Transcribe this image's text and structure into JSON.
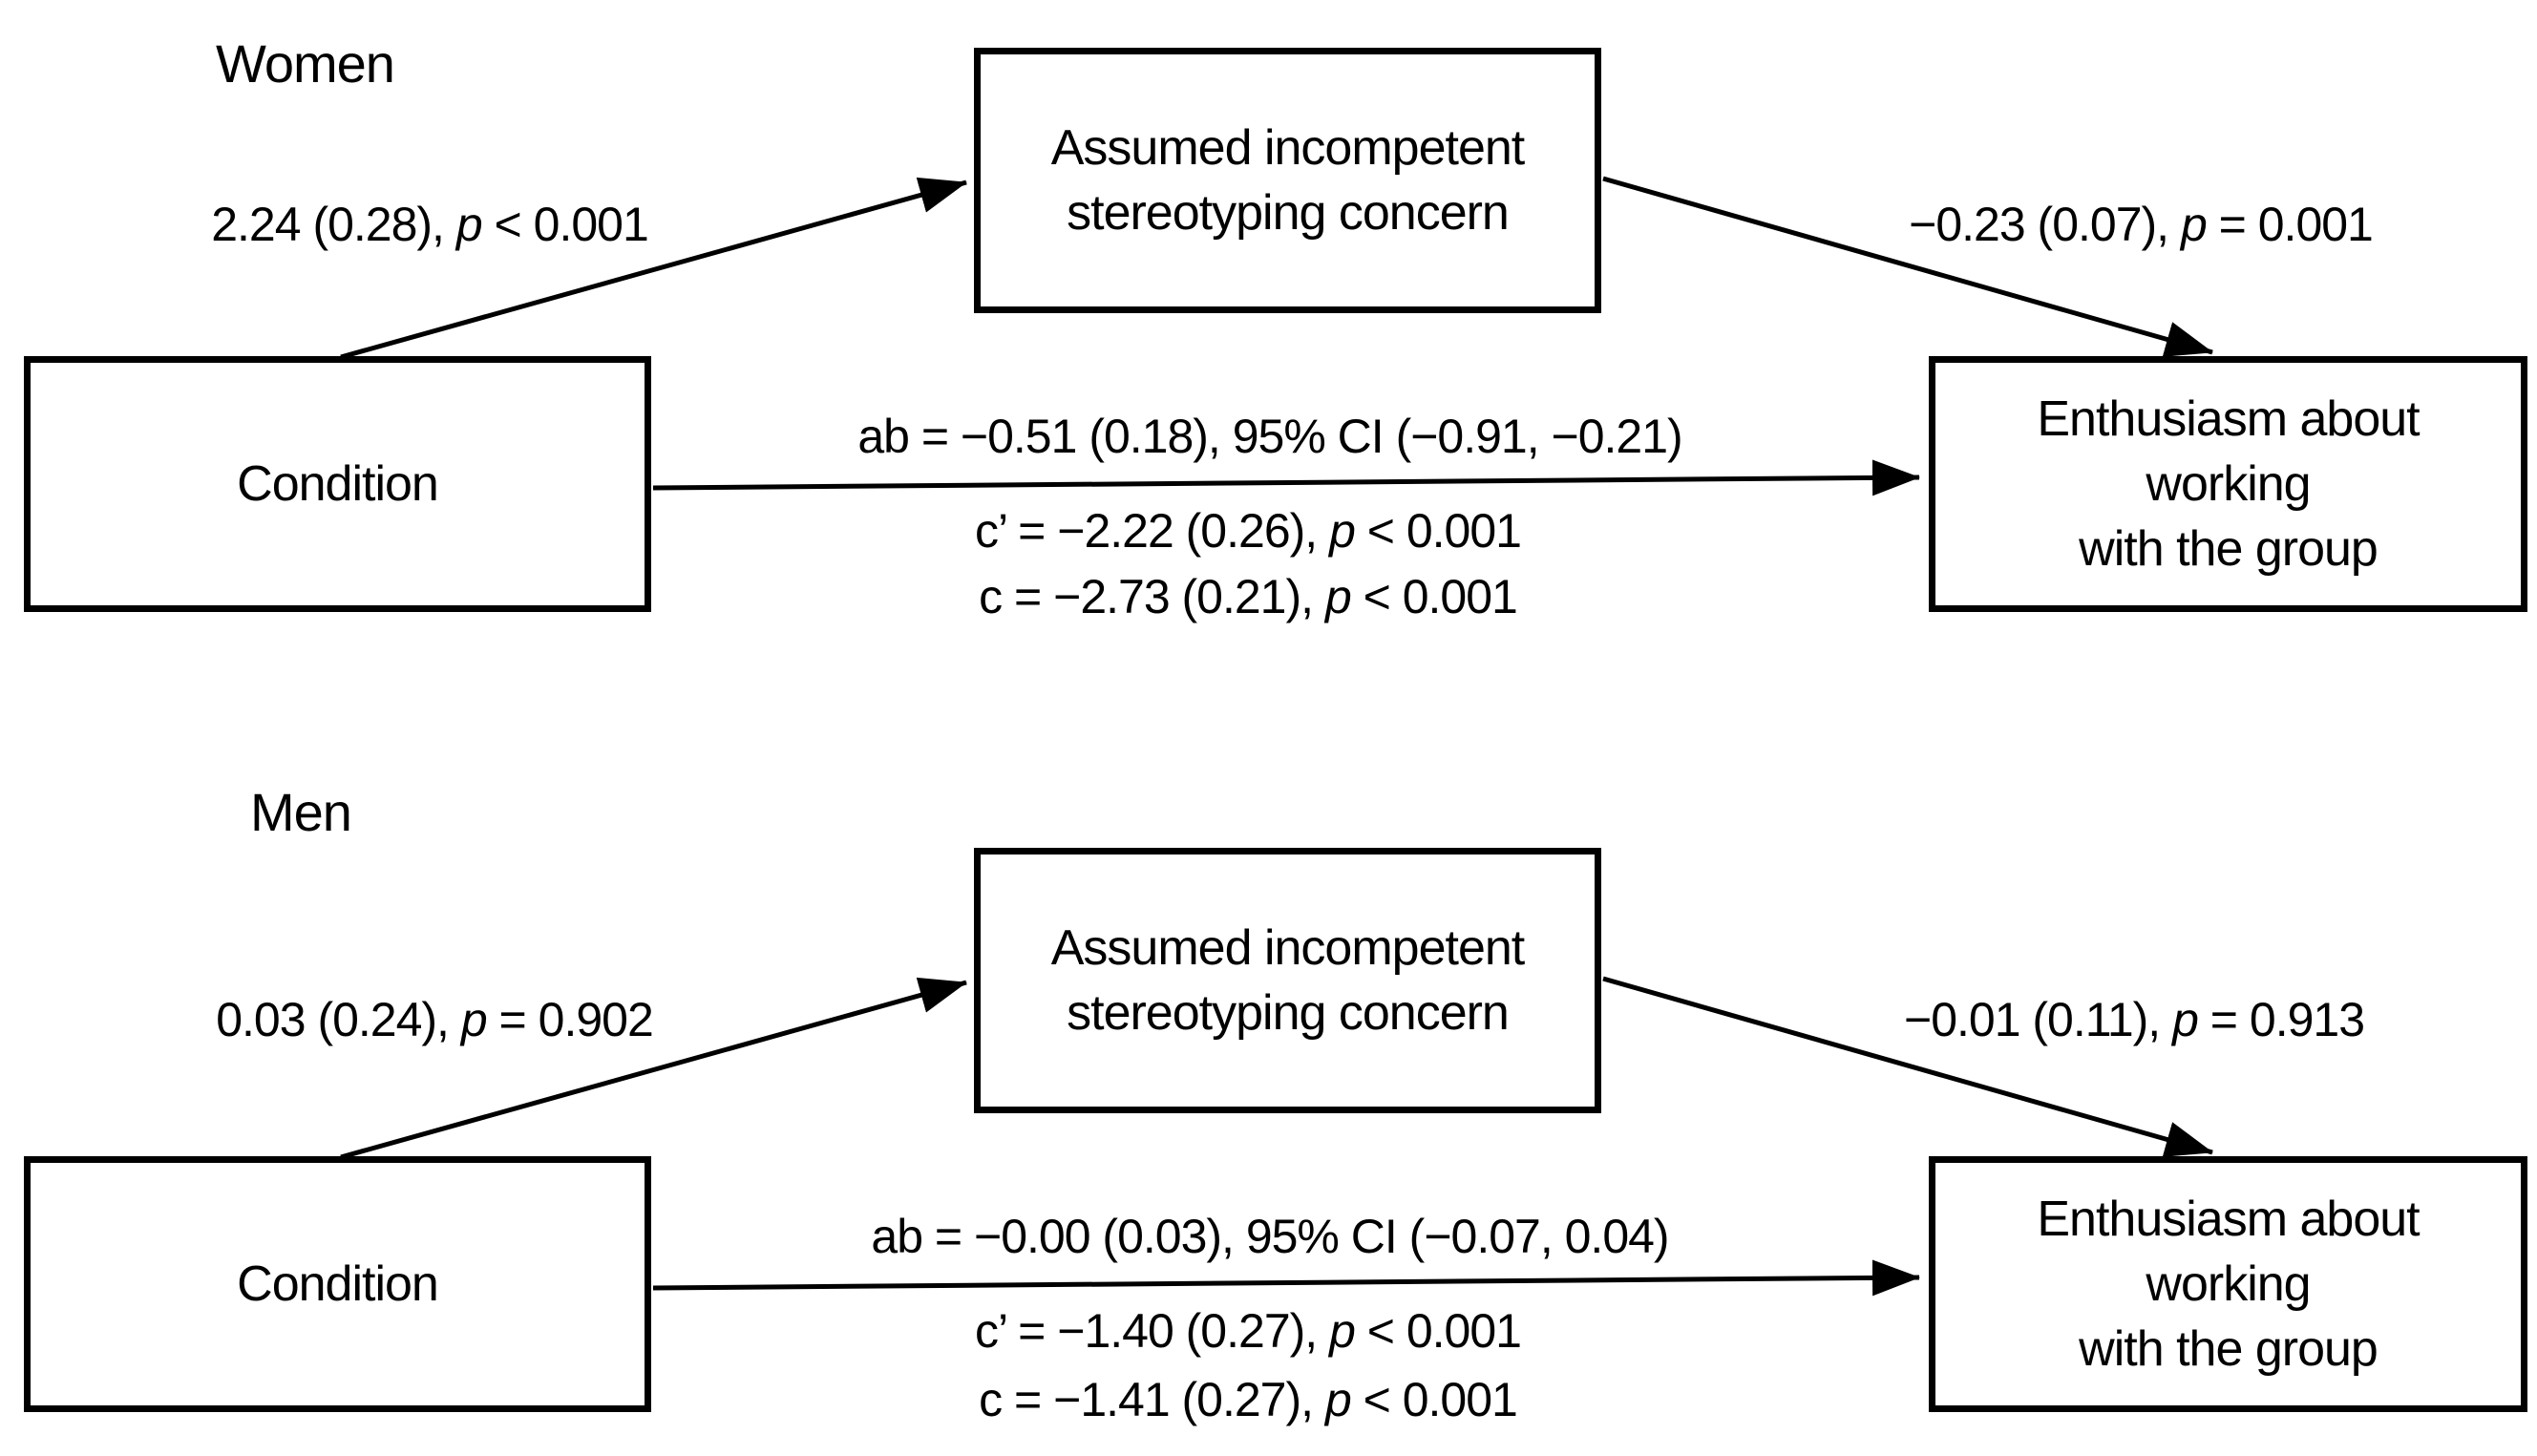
{
  "colors": {
    "ink": "#000000",
    "background": "#ffffff"
  },
  "women": {
    "panel_label": "Women",
    "boxes": {
      "predictor": "Condition",
      "mediator_line1": "Assumed incompetent",
      "mediator_line2": "stereotyping concern",
      "outcome_line1": "Enthusiasm about",
      "outcome_line2": "working",
      "outcome_line3": "with the group"
    },
    "paths": {
      "a": {
        "before_p": "2.24 (0.28), ",
        "p": "p",
        "after_p": " < 0.001"
      },
      "b": {
        "before_p": "−0.23 (0.07), ",
        "p": "p",
        "after_p": " = 0.001"
      },
      "ab": "ab = −0.51 (0.18), 95% CI (−0.91, −0.21)",
      "c_prime": {
        "before_p": "c’ = −2.22 (0.26), ",
        "p": "p",
        "after_p": " < 0.001"
      },
      "c": {
        "before_p": "c = −2.73 (0.21), ",
        "p": "p",
        "after_p": " < 0.001"
      }
    }
  },
  "men": {
    "panel_label": "Men",
    "boxes": {
      "predictor": "Condition",
      "mediator_line1": "Assumed incompetent",
      "mediator_line2": "stereotyping concern",
      "outcome_line1": "Enthusiasm about",
      "outcome_line2": "working",
      "outcome_line3": "with the group"
    },
    "paths": {
      "a": {
        "before_p": "0.03 (0.24), ",
        "p": "p",
        "after_p": " = 0.902"
      },
      "b": {
        "before_p": "−0.01 (0.11), ",
        "p": "p",
        "after_p": " = 0.913"
      },
      "ab": "ab = −0.00 (0.03), 95% CI (−0.07, 0.04)",
      "c_prime": {
        "before_p": "c’ = −1.40 (0.27), ",
        "p": "p",
        "after_p": " < 0.001"
      },
      "c": {
        "before_p": "c = −1.41 (0.27), ",
        "p": "p",
        "after_p": " < 0.001"
      }
    }
  }
}
